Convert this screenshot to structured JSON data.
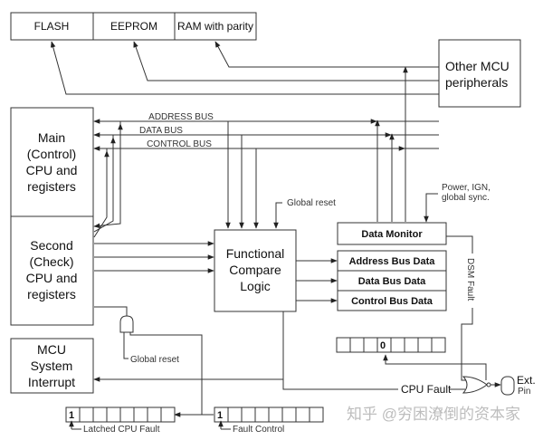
{
  "memory": {
    "flash": "FLASH",
    "eeprom": "EEPROM",
    "ram": "RAM with parity"
  },
  "peripherals": {
    "line1": "Other MCU",
    "line2": "peripherals"
  },
  "main_cpu": {
    "lines": [
      "Main",
      "(Control)",
      "CPU and",
      "registers"
    ]
  },
  "second_cpu": {
    "lines": [
      "Second",
      "(Check)",
      "CPU and",
      "registers"
    ]
  },
  "buses": {
    "address": "ADDRESS BUS",
    "data": "DATA BUS",
    "control": "CONTROL BUS"
  },
  "compare_logic": {
    "lines": [
      "Functional",
      "Compare",
      "Logic"
    ]
  },
  "data_monitor": "Data Monitor",
  "bus_data": {
    "address": "Address Bus Data",
    "data": "Data Bus Data",
    "control": "Control Bus Data"
  },
  "labels": {
    "global_reset_top": "Global reset",
    "global_reset_bottom": "Global reset",
    "power_line1": "Power, IGN,",
    "power_line2": "global sync.",
    "dsm_fault": "DSM Fault",
    "cpu_fault": "CPU Fault",
    "ext": "Ext.",
    "pin": "Pin",
    "latched_cpu_fault": "Latched CPU Fault",
    "fault_control": "Fault Control"
  },
  "interrupt": {
    "lines": [
      "MCU",
      "System",
      "Interrupt"
    ]
  },
  "registers": {
    "latched": {
      "first_bit": "1",
      "cells": 8
    },
    "fault_control": {
      "first_bit": "1",
      "cells": 8
    },
    "status": {
      "bit": "0",
      "cells": 8
    }
  },
  "watermark": "知乎 @穷困潦倒的资本家"
}
